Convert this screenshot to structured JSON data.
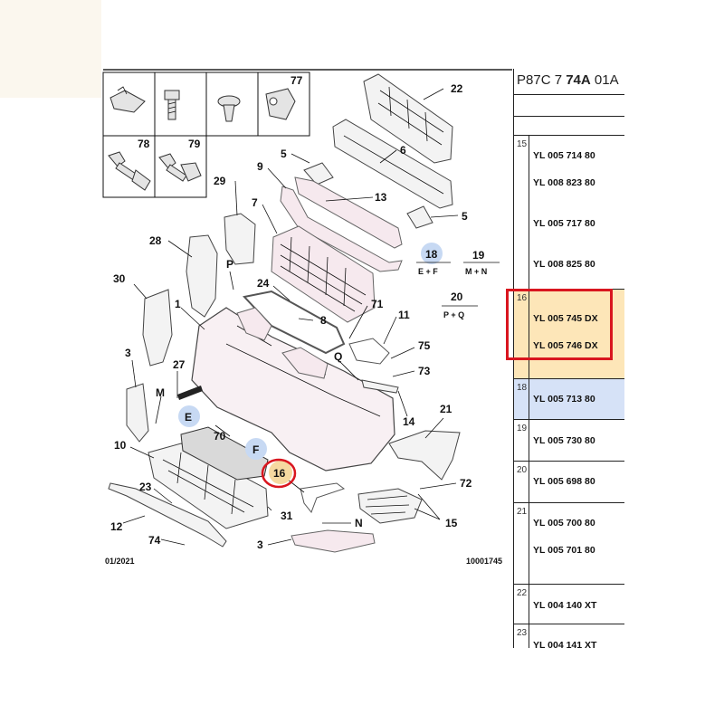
{
  "diagram": {
    "callouts": [
      "22",
      "77",
      "78",
      "79",
      "6",
      "5",
      "9",
      "29",
      "13",
      "5",
      "7",
      "28",
      "P",
      "24",
      "8",
      "30",
      "1",
      "71",
      "11",
      "3",
      "27",
      "M",
      "Q",
      "75",
      "73",
      "E",
      "14",
      "21",
      "70",
      "F",
      "10",
      "16",
      "23",
      "72",
      "15",
      "N",
      "12",
      "31",
      "74",
      "3",
      "18",
      "19",
      "20"
    ],
    "sub_labels": {
      "e_f": "E + F",
      "m_n": "M + N",
      "p_q": "P + Q"
    },
    "footer_date": "01/2021",
    "footer_ref": "10001745",
    "highlight_callout": "16",
    "colors": {
      "highlight_circle": "#d9161f",
      "callout_badge": "#c7d9f3",
      "highlight_badge": "#f6d9a0"
    }
  },
  "parts_panel": {
    "title_prefix": "P87C 7 ",
    "title_bold": "74A",
    "title_suffix": " 01A",
    "rows": [
      {
        "index": "15",
        "parts": [
          "YL 005 714 80",
          "YL 008 823 80",
          "YL 005 717 80",
          "YL 008 825 80"
        ]
      },
      {
        "index": "16",
        "parts": [
          "YL 005 745 DX",
          "YL 005 746 DX"
        ]
      },
      {
        "index": "18",
        "parts": [
          "YL 005 713 80"
        ]
      },
      {
        "index": "19",
        "parts": [
          "YL 005 730 80"
        ]
      },
      {
        "index": "20",
        "parts": [
          "YL 005 698 80"
        ]
      },
      {
        "index": "21",
        "parts": [
          "YL 005 700 80",
          "YL 005 701 80"
        ]
      },
      {
        "index": "22",
        "parts": [
          "YL 004 140 XT"
        ]
      },
      {
        "index": "23",
        "parts": [
          "YL 004 141 XT"
        ]
      }
    ],
    "highlighted_row": "16",
    "colors": {
      "orange_row": "#fde6b8",
      "blue_row": "#d6e2f7",
      "red_box": "#d9161f"
    }
  }
}
